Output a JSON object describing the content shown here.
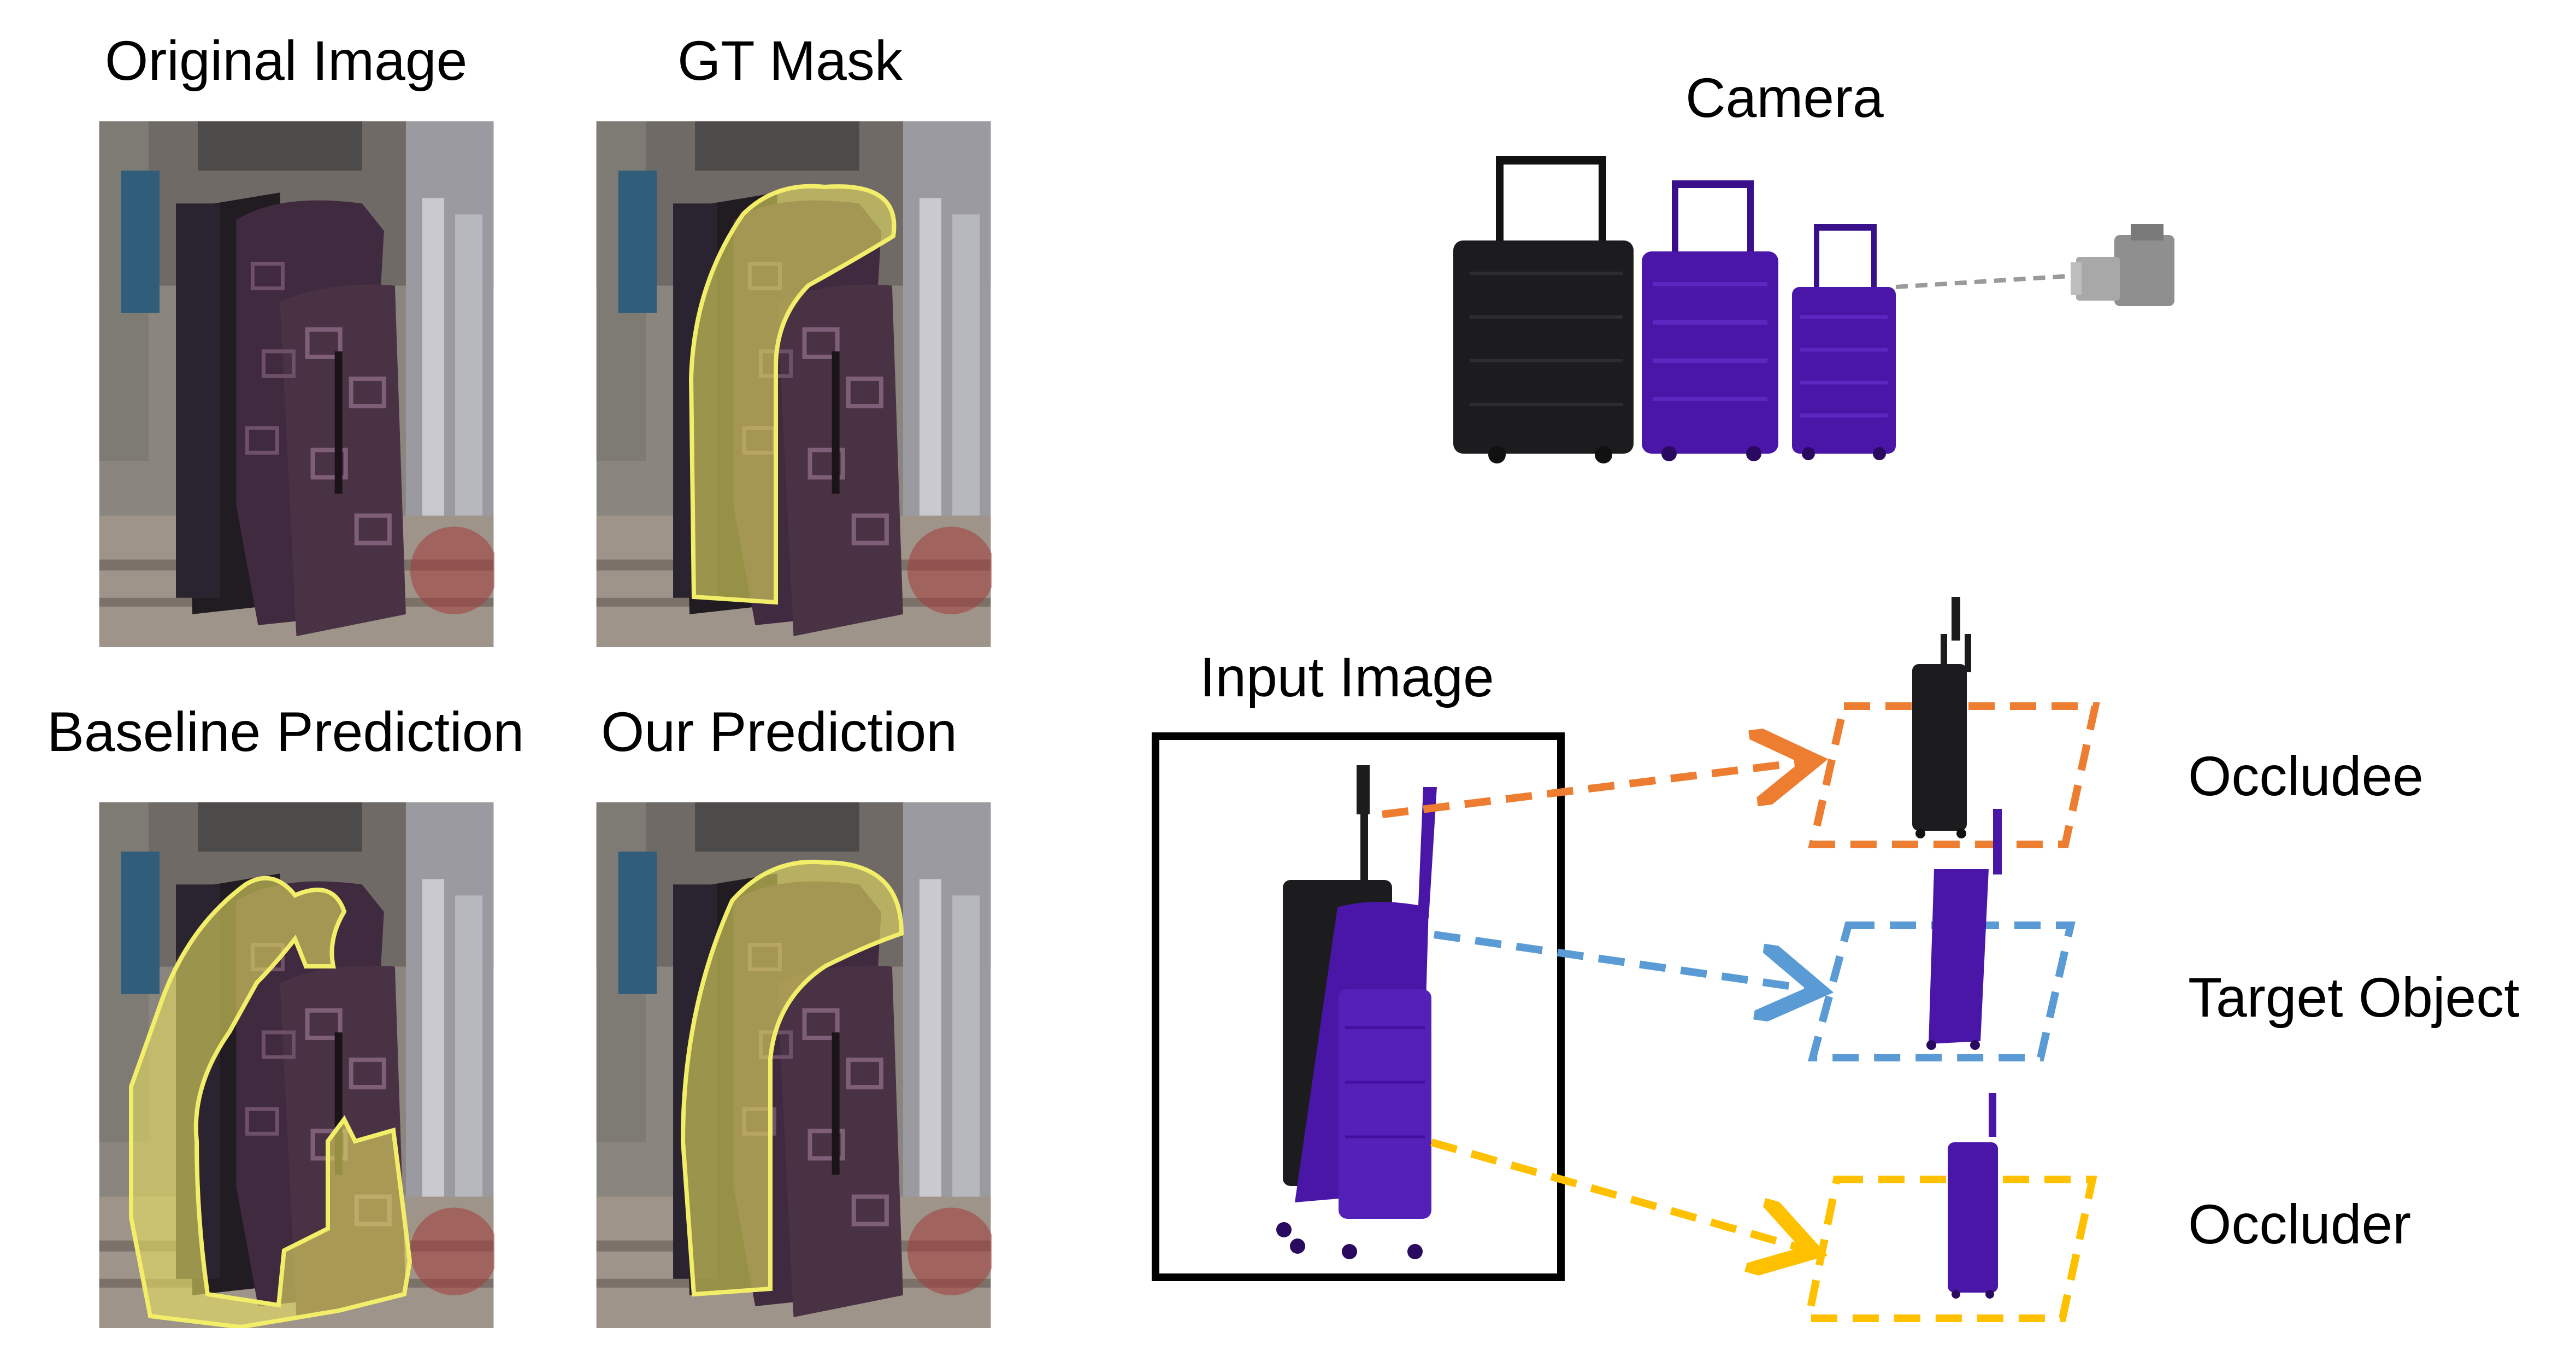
{
  "left_panels": {
    "original": {
      "title": "Original Image"
    },
    "gt": {
      "title": "GT Mask"
    },
    "baseline": {
      "title": "Baseline Prediction"
    },
    "ours": {
      "title": "Our Prediction"
    }
  },
  "right": {
    "camera_label": "Camera",
    "input_label": "Input Image",
    "rows": [
      {
        "label": "Occludee",
        "color": "#ED7D31"
      },
      {
        "label": "Target Object",
        "color": "#5B9BD5"
      },
      {
        "label": "Occluder",
        "color": "#FFC000"
      }
    ]
  },
  "colors": {
    "mask_fill": "#e8e060",
    "mask_edge": "#f2ee6a",
    "suitcase_black": "#1c1c1e",
    "suitcase_purple": "#4a16a8"
  }
}
